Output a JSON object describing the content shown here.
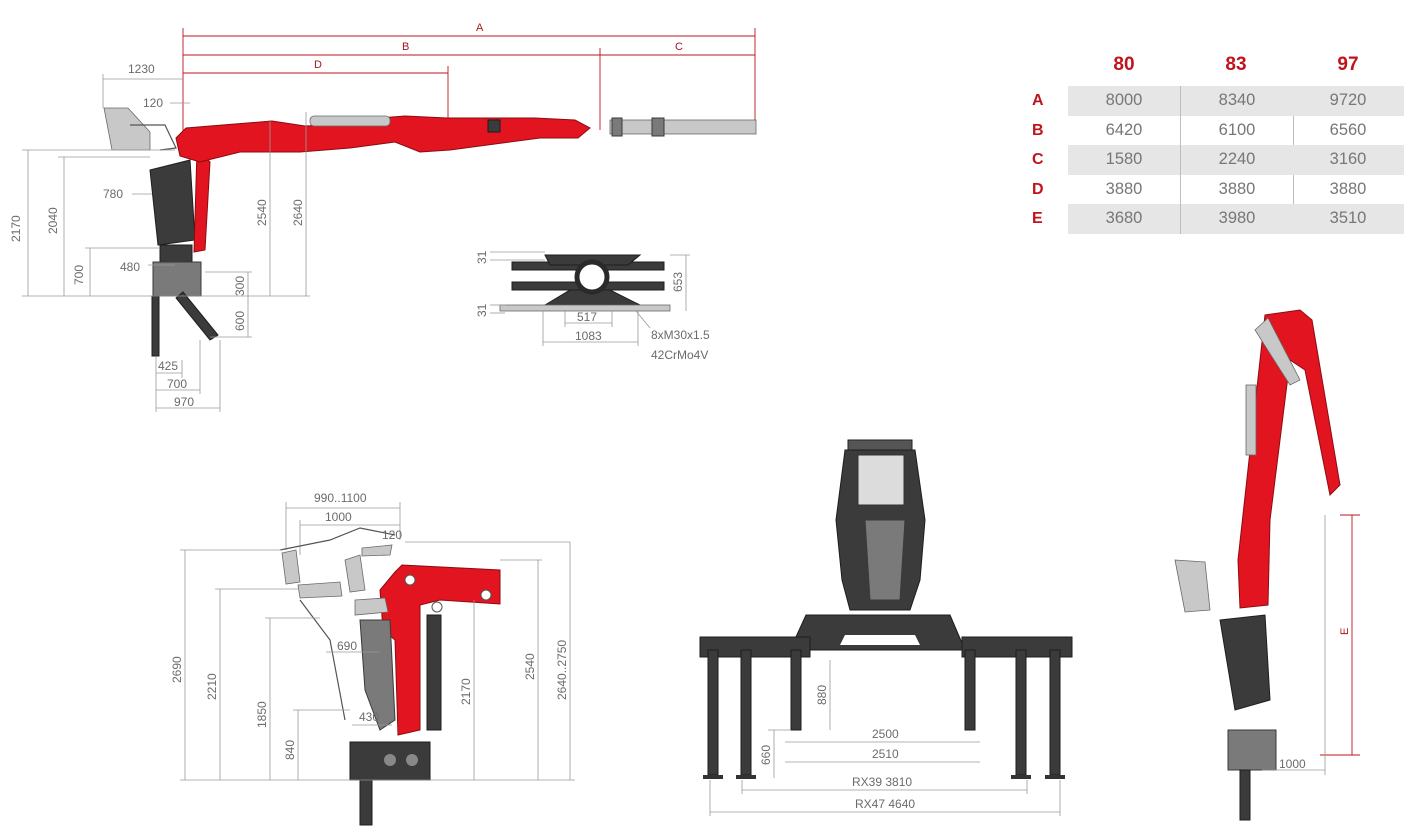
{
  "top_view": {
    "A": "A",
    "B": "B",
    "C": "C",
    "D": "D",
    "d1230": "1230",
    "d120": "120",
    "d780": "780",
    "d2170": "2170",
    "d2040": "2040",
    "d700": "700",
    "d480": "480",
    "d2540": "2540",
    "d2640": "2640",
    "d300": "300",
    "d600": "600",
    "d425": "425",
    "d700b": "700",
    "d970": "970"
  },
  "base_detail": {
    "d31a": "31",
    "d31b": "31",
    "d653": "653",
    "d517": "517",
    "d1083": "1083",
    "bolts": "8xM30x1.5",
    "material": "42CrMo4V"
  },
  "table": {
    "headers": [
      "80",
      "83",
      "97"
    ],
    "rows": [
      {
        "label": "A",
        "values": [
          "8000",
          "8340",
          "9720"
        ]
      },
      {
        "label": "B",
        "values": [
          "6420",
          "6100",
          "6560"
        ]
      },
      {
        "label": "C",
        "values": [
          "1580",
          "2240",
          "3160"
        ]
      },
      {
        "label": "D",
        "values": [
          "3880",
          "3880",
          "3880"
        ]
      },
      {
        "label": "E",
        "values": [
          "3680",
          "3980",
          "3510"
        ]
      }
    ]
  },
  "side_view": {
    "d990": "990..1100",
    "d1000": "1000",
    "d120": "120",
    "d2690": "2690",
    "d2210": "2210",
    "d1850": "1850",
    "d840": "840",
    "d690": "690",
    "d430": "430",
    "d2170": "2170",
    "d2540": "2540",
    "d2640": "2640..2750"
  },
  "front_view": {
    "d880": "880",
    "d660": "660",
    "d2500": "2500",
    "d2510": "2510",
    "rx39": "RX39 3810",
    "rx47": "RX47 4640"
  },
  "raised_view": {
    "E": "E",
    "d1000": "1000"
  },
  "colors": {
    "accent": "#c0141c",
    "crane_red": "#e1141f",
    "dark_grey": "#3b3b3b"
  }
}
